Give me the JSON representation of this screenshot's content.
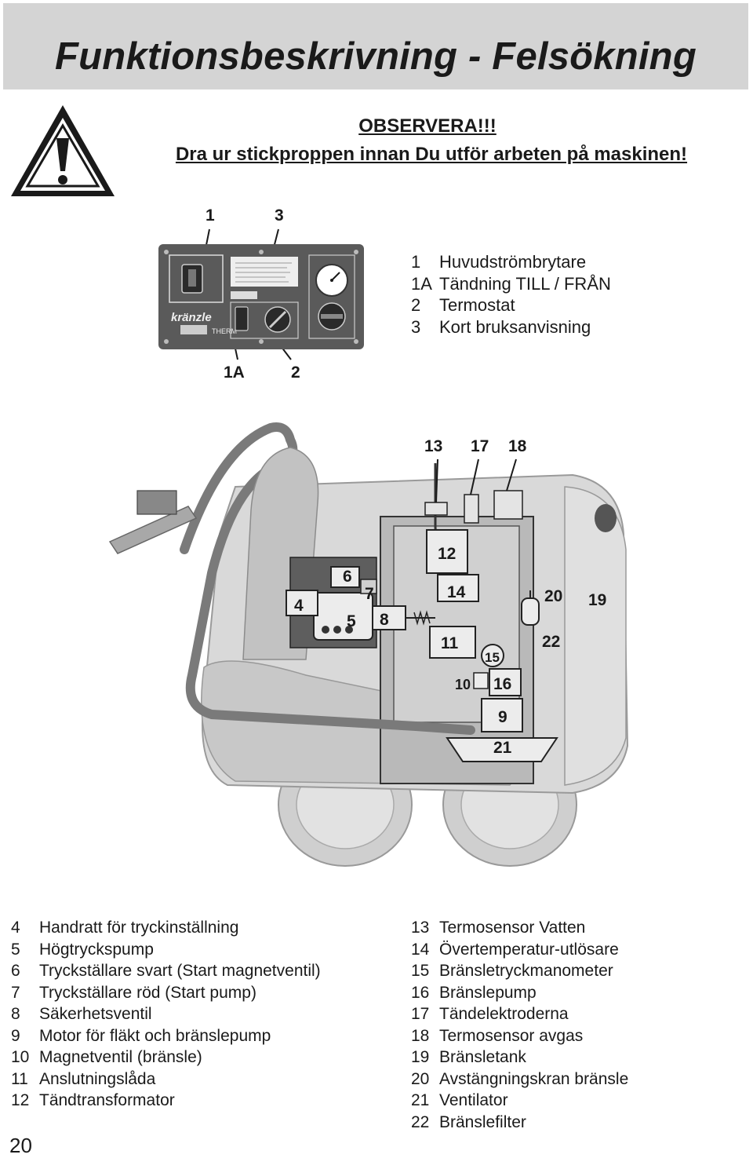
{
  "header": {
    "title": "Funktionsbeskrivning - Felsökning"
  },
  "warning": {
    "heading": "OBSERVERA!!!",
    "text": "Dra ur stickproppen innan Du utför arbeten på maskinen!"
  },
  "panel_callouts": {
    "c1": "1",
    "c3": "3",
    "c1a": "1A",
    "c2": "2"
  },
  "panel_legend": [
    {
      "num": "1",
      "text": "Huvudströmbrytare"
    },
    {
      "num": "1A",
      "text": "Tändning TILL / FRÅN"
    },
    {
      "num": "2",
      "text": "Termostat"
    },
    {
      "num": "3",
      "text": "Kort bruksanvisning"
    }
  ],
  "panel_labels": {
    "brand": "kränzle",
    "model": "THERM"
  },
  "machine_labels": {
    "l4": "4",
    "l5": "5",
    "l6": "6",
    "l7": "7",
    "l8": "8",
    "l9": "9",
    "l10": "10",
    "l11": "11",
    "l12": "12",
    "l13": "13",
    "l14": "14",
    "l15": "15",
    "l16": "16",
    "l17": "17",
    "l18": "18",
    "l19": "19",
    "l20": "20",
    "l21": "21",
    "l22": "22"
  },
  "parts_left": [
    {
      "num": "4",
      "text": "Handratt för tryckinställning"
    },
    {
      "num": "5",
      "text": "Högtryckspump"
    },
    {
      "num": "6",
      "text": "Tryckställare svart (Start magnetventil)"
    },
    {
      "num": "7",
      "text": "Tryckställare röd (Start pump)"
    },
    {
      "num": "8",
      "text": "Säkerhetsventil"
    },
    {
      "num": "9",
      "text": "Motor för fläkt och bränslepump"
    },
    {
      "num": "10",
      "text": "Magnetventil (bränsle)"
    },
    {
      "num": "11",
      "text": "Anslutningslåda"
    },
    {
      "num": "12",
      "text": "Tändtransformator"
    }
  ],
  "parts_right": [
    {
      "num": "13",
      "text": "Termosensor Vatten"
    },
    {
      "num": "14",
      "text": "Övertemperatur-utlösare"
    },
    {
      "num": "15",
      "text": "Bränsletryckmanometer"
    },
    {
      "num": "16",
      "text": "Bränslepump"
    },
    {
      "num": "17",
      "text": "Tändelektroderna"
    },
    {
      "num": "18",
      "text": "Termosensor avgas"
    },
    {
      "num": "19",
      "text": "Bränsletank"
    },
    {
      "num": "20",
      "text": "Avstängningskran bränsle"
    },
    {
      "num": "21",
      "text": "Ventilator"
    },
    {
      "num": "22",
      "text": "Bränslefilter"
    }
  ],
  "page_number": "20"
}
